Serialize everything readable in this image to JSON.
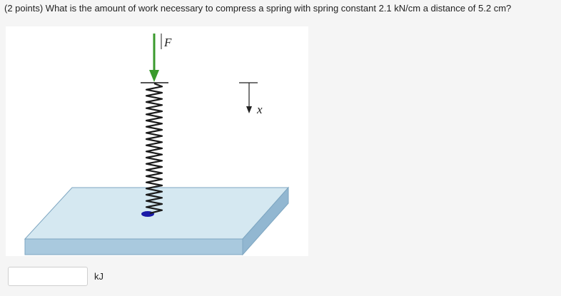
{
  "question": {
    "text": "(2 points) What is the amount of work necessary to compress a spring with spring constant 2.1 kN/cm a distance of 5.2 cm?"
  },
  "figure": {
    "force_label": "F",
    "displacement_label": "x",
    "colors": {
      "arrow": "#3a9a2c",
      "plate_top": "#d5e8f1",
      "plate_front": "#a9c9de",
      "plate_side": "#92b7d1",
      "plate_edge": "#7ea6c1",
      "spring": "#1b1b1b",
      "spring_base": "#1a1aa8"
    }
  },
  "answer": {
    "value": "",
    "placeholder": "",
    "unit": "kJ"
  }
}
